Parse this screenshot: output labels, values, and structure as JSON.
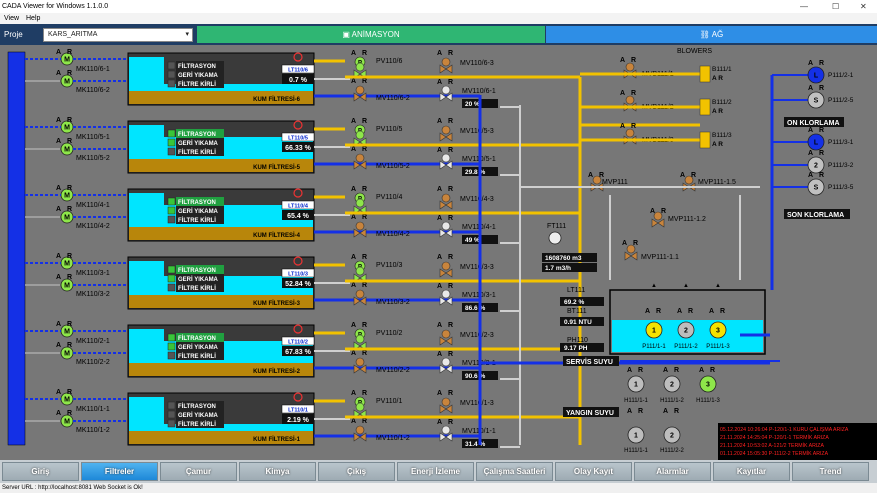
{
  "window": {
    "title": "CADA Viewer for Windows 1.1.0.0",
    "min_icon": "minimize-icon",
    "max_icon": "maximize-icon",
    "close_icon": "close-icon"
  },
  "menu": {
    "view": "View",
    "help": "Help"
  },
  "project": {
    "label": "Proje",
    "selected": "KARS_ARITMA"
  },
  "tabs": {
    "animation": "ANİMASYON",
    "network": "AĞ"
  },
  "filters": [
    {
      "motor1": "MK110/6-1",
      "motor2": "MK110/6-2",
      "flt1": "FİLTRASYON",
      "flt2": "GERİ YIKAMA",
      "flt3": "FİLTRE KİRLİ",
      "kum": "KUM FİLTRESİ-6",
      "lt": "LT110/6",
      "lt_val": "0.7 %",
      "pv": "PV110/6",
      "mv_a": "MV110/6-3",
      "mv_b": "MV110/6-2",
      "mv_c": "MV110/6-1",
      "mv_pct": "20 %",
      "level": 0.1,
      "active": 0
    },
    {
      "motor1": "MK110/5-1",
      "motor2": "MK110/5-2",
      "flt1": "FİLTRASYON",
      "flt2": "GERİ YIKAMA",
      "flt3": "FİLTRE KİRLİ",
      "kum": "KUM FİLTRESİ-5",
      "lt": "LT110/5",
      "lt_val": "66.33 %",
      "pv": "PV110/5",
      "mv_a": "MV110/5-3",
      "mv_b": "MV110/5-2",
      "mv_c": "MV110/5-1",
      "mv_pct": "29.8 %",
      "level": 0.6,
      "active": 1
    },
    {
      "motor1": "MK110/4-1",
      "motor2": "MK110/4-2",
      "flt1": "FİLTRASYON",
      "flt2": "GERİ YIKAMA",
      "flt3": "FİLTRE KİRLİ",
      "kum": "KUM FİLTRESİ-4",
      "lt": "LT110/4",
      "lt_val": "65.4 %",
      "pv": "PV110/4",
      "mv_a": "MV110/4-3",
      "mv_b": "MV110/4-2",
      "mv_c": "MV110/4-1",
      "mv_pct": "49 %",
      "level": 0.6,
      "active": 1
    },
    {
      "motor1": "MK110/3-1",
      "motor2": "MK110/3-2",
      "flt1": "FİLTRASYON",
      "flt2": "GERİ YIKAMA",
      "flt3": "FİLTRE KİRLİ",
      "kum": "KUM FİLTRESİ-3",
      "lt": "LT110/3",
      "lt_val": "52.84 %",
      "pv": "PV110/3",
      "mv_a": "MV110/3-3",
      "mv_b": "MV110/3-2",
      "mv_c": "MV110/3-1",
      "mv_pct": "86.6 %",
      "level": 0.5,
      "active": 1
    },
    {
      "motor1": "MK110/2-1",
      "motor2": "MK110/2-2",
      "flt1": "FİLTRASYON",
      "flt2": "GERİ YIKAMA",
      "flt3": "FİLTRE KİRLİ",
      "kum": "KUM FİLTRESİ-2",
      "lt": "LT110/2",
      "lt_val": "67.83 %",
      "pv": "PV110/2",
      "mv_a": "MV110/2-3",
      "mv_b": "MV110/2-2",
      "mv_c": "MV110/2-1",
      "mv_pct": "90.6 %",
      "level": 0.6,
      "active": 1
    },
    {
      "motor1": "MK110/1-1",
      "motor2": "MK110/1-2",
      "flt1": "FİLTRASYON",
      "flt2": "GERİ YIKAMA",
      "flt3": "FİLTRE KİRLİ",
      "kum": "KUM FİLTRESİ-1",
      "lt": "LT110/1",
      "lt_val": "2.19 %",
      "pv": "PV110/1",
      "mv_a": "MV110/1-3",
      "mv_b": "MV110/1-2",
      "mv_c": "MV110/1-1",
      "mv_pct": "31.4 %",
      "level": 0.1,
      "active": 0
    }
  ],
  "blowers": {
    "title": "BLOWERS",
    "items": [
      {
        "valve": "MVB111/1",
        "name": "B111/1",
        "ar": "A R"
      },
      {
        "valve": "MVB111/2",
        "name": "B111/2",
        "ar": "A R"
      },
      {
        "valve": "MVB111/3",
        "name": "B111/3",
        "ar": "A R"
      }
    ]
  },
  "air": {
    "mvp111": "MVP111",
    "mvp111_5": "MVP111-1.5",
    "mvp111_2": "MVP111-1.2",
    "mvp111_1": "MVP111-1.1"
  },
  "ft": {
    "name": "FT111",
    "total": "1608760 m3",
    "flow": "1.7 m3/h"
  },
  "lt111": {
    "name": "LT111",
    "value": "69.2 %"
  },
  "bt111": {
    "name": "BT111",
    "value": "0.91 NTU"
  },
  "ph": {
    "name": "PH110",
    "value": "9.17 PH"
  },
  "servis": {
    "label": "SERVİS SUYU",
    "pumps": [
      "H111/1-1",
      "H111/1-2",
      "H111/1-3"
    ]
  },
  "yangin": {
    "label": "YANGIN SUYU",
    "pumps": [
      "H111/1-1",
      "H111/2-2"
    ]
  },
  "tank_pumps": [
    "P111/1-1",
    "P111/1-2",
    "P111/1-3"
  ],
  "chlor": {
    "on_label": "ON KLORLAMA",
    "son_label": "SON KLORLAMA",
    "pumps": [
      "P111/2-1",
      "P111/2-5",
      "P111/3-1",
      "P111/3-2",
      "P111/3-5"
    ]
  },
  "alarms": [
    "05.12.2024 10:26:04 P-120/1-1 KURU ÇALIŞMA ARIZA",
    "21.11.2024 14:25:04 P-120/1-1 TERMİK ARIZA",
    "21.11.2024 10:53:02 A-121/2 TERMİK ARIZA",
    "01.11.2024 15:05:30 P-111/2-2 TERMİK ARIZA"
  ],
  "ar": {
    "a": "A",
    "r": "R",
    "m": "M"
  },
  "nav": [
    "Giriş",
    "Filtreler",
    "Çamur",
    "Kimya",
    "Çıkış",
    "Enerji İzleme",
    "Çalışma Saatleri",
    "Olay Kayıt",
    "Alarmlar",
    "Kayıtlar",
    "Trend"
  ],
  "nav_active": 1,
  "status": "Server URL : http://localhost:8081 Web Socket is Ok!",
  "colors": {
    "bg": "#777777",
    "water": "#00e5ff",
    "sand": "#b8860b",
    "pipe_blue": "#1430e6",
    "pipe_yellow": "#f2c200",
    "pipe_gray": "#c8c8c8",
    "valve": "#c8843c",
    "motor_on": "#8ee64a",
    "alarm": "#ff2020"
  }
}
